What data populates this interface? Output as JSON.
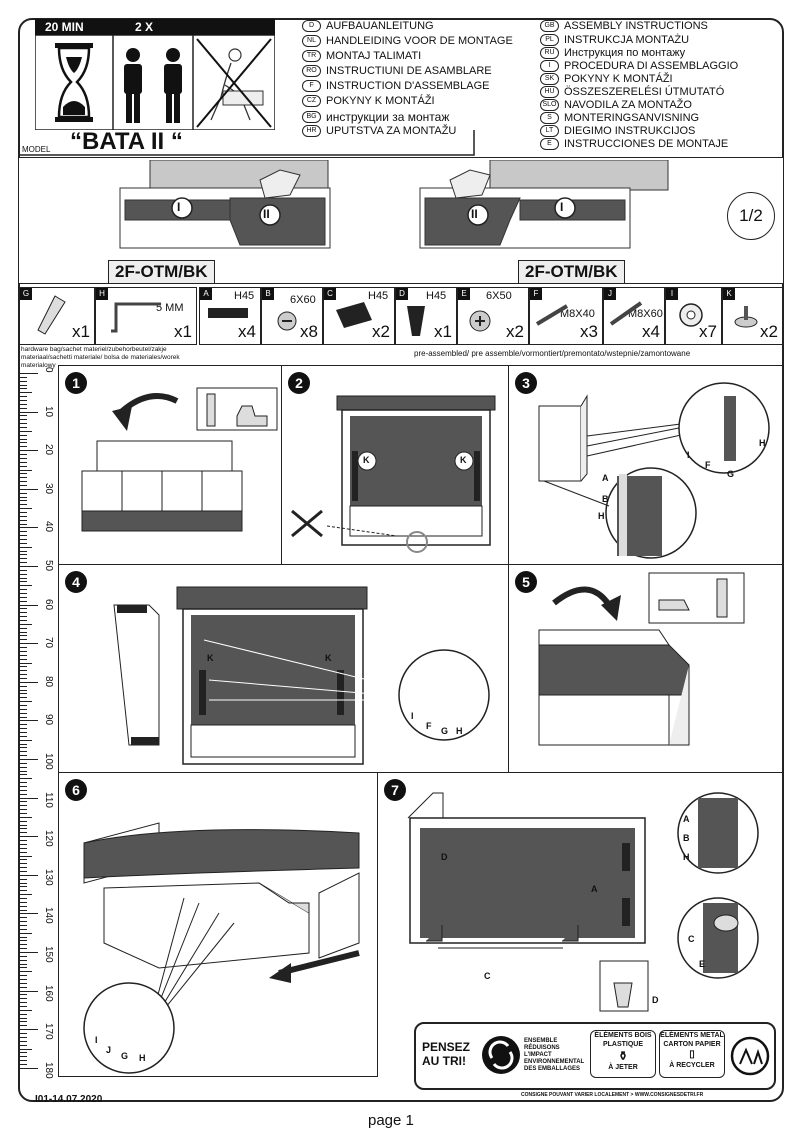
{
  "header": {
    "time": "20 MIN",
    "people": "2 X",
    "languages_left": [
      {
        "code": "D",
        "text": "AUFBAUANLEITUNG"
      },
      {
        "code": "NL",
        "text": "HANDLEIDING VOOR DE MONTAGE"
      },
      {
        "code": "TR",
        "text": "MONTAJ TALIMATI"
      },
      {
        "code": "RO",
        "text": "INSTRUCTIUNI DE ASAMBLARE"
      },
      {
        "code": "F",
        "text": "INSTRUCTION D'ASSEMBLAGE"
      },
      {
        "code": "CZ",
        "text": "POKYNY K MONTÁŽI"
      },
      {
        "code": "BG",
        "text": "инструкции за монтаж"
      },
      {
        "code": "HR",
        "text": "UPUTSTVA ZA MONTAŽU"
      }
    ],
    "languages_right": [
      {
        "code": "GB",
        "text": "ASSEMBLY INSTRUCTIONS"
      },
      {
        "code": "PL",
        "text": "INSTRUKCJA MONTAŻU"
      },
      {
        "code": "RU",
        "text": "Инструкция по монтажу"
      },
      {
        "code": "I",
        "text": "PROCEDURA DI ASSEMBLAGGIO"
      },
      {
        "code": "SK",
        "text": "POKYNY K MONTÁŽI"
      },
      {
        "code": "HU",
        "text": "ÖSSZESZERELÉSI ÚTMUTATÓ"
      },
      {
        "code": "SLO",
        "text": "NAVODILA ZA MONTAŽO"
      },
      {
        "code": "S",
        "text": "MONTERINGSANVISNING"
      },
      {
        "code": "LT",
        "text": "DIEGIMO INSTRUKCIJOS"
      },
      {
        "code": "E",
        "text": "INSTRUCCIONES DE MONTAJE"
      }
    ],
    "model_label": "MODEL",
    "model_name": "“BATA II “"
  },
  "overview": {
    "code_left": "2F-OTM/BK",
    "code_right": "2F-OTM/BK",
    "sheet": "1/2",
    "marks": [
      "I",
      "II",
      "II",
      "I"
    ]
  },
  "parts": [
    {
      "letter": "G",
      "size": "",
      "qty": "x1"
    },
    {
      "letter": "H",
      "size": "5 MM",
      "qty": "x1"
    },
    {
      "letter": "A",
      "size": "H45",
      "qty": "x4"
    },
    {
      "letter": "B",
      "size": "6X60",
      "qty": "x8"
    },
    {
      "letter": "C",
      "size": "H45",
      "qty": "x2"
    },
    {
      "letter": "D",
      "size": "H45",
      "qty": "x1"
    },
    {
      "letter": "E",
      "size": "6X50",
      "qty": "x2"
    },
    {
      "letter": "F",
      "size": "M8X40",
      "qty": "x3"
    },
    {
      "letter": "J",
      "size": "M8X60",
      "qty": "x4"
    },
    {
      "letter": "I",
      "size": "",
      "qty": "x7"
    },
    {
      "letter": "K",
      "size": "",
      "qty": "x2"
    }
  ],
  "notes": {
    "hardware": "hardware bag/sachet materiel/zubehorbeutel/zakje materiaal/sachetti materiale/ bolsa de materiales/worek materialowy",
    "preassembled": "pre-assembled/ pre assemble/vormontiert/premontato/wstepnie/zamontowane"
  },
  "ruler": [
    "0",
    "10",
    "20",
    "30",
    "40",
    "50",
    "60",
    "70",
    "80",
    "90",
    "100",
    "110",
    "120",
    "130",
    "140",
    "150",
    "160",
    "170",
    "180"
  ],
  "steps": [
    {
      "num": "1",
      "labels": []
    },
    {
      "num": "2",
      "labels": [
        "K",
        "K"
      ]
    },
    {
      "num": "3",
      "labels": [
        "I",
        "F",
        "G",
        "H",
        "A",
        "B",
        "H"
      ]
    },
    {
      "num": "4",
      "labels": [
        "K",
        "K",
        "I",
        "F",
        "G",
        "H"
      ]
    },
    {
      "num": "5",
      "labels": []
    },
    {
      "num": "6",
      "labels": [
        "I",
        "J",
        "G",
        "H"
      ]
    },
    {
      "num": "7",
      "labels": [
        "D",
        "A",
        "C",
        "A",
        "B",
        "H",
        "C",
        "E",
        "D"
      ]
    }
  ],
  "recycling": {
    "pensez": "PENSEZ AU TRI!",
    "ensemble": "ENSEMBLE RÉDUISONS L'IMPACT ENVIRONNEMENTAL DES EMBALLAGES",
    "cell1": "ÉLÉMENTS BOIS PLASTIQUE",
    "cell1_action": "À JETER",
    "cell2": "ÉLÉMENTS METAL CARTON PAPIER",
    "cell2_action": "À RECYCLER",
    "consigne": "CONSIGNE POUVANT VARIER LOCALEMENT > WWW.CONSIGNESDETRI.FR"
  },
  "footer": {
    "doc_id": "I01-14.07.2020",
    "page": "page 1"
  }
}
